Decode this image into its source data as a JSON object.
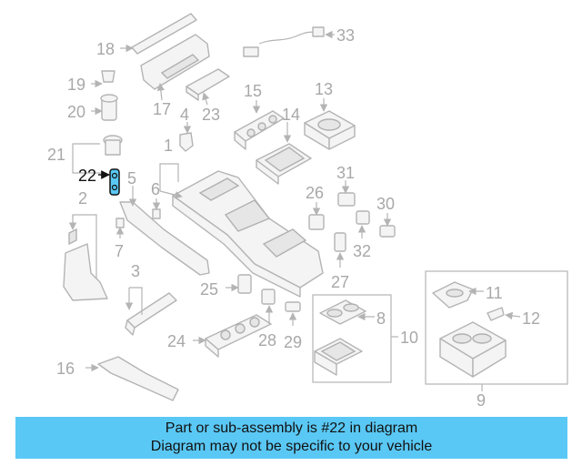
{
  "highlight_color": "#5ac8f5",
  "line_color": "#b4b4b4",
  "callouts": {
    "c1": "1",
    "c2": "2",
    "c3": "3",
    "c4": "4",
    "c5": "5",
    "c6": "6",
    "c7": "7",
    "c8": "8",
    "c9": "9",
    "c10": "10",
    "c11": "11",
    "c12": "12",
    "c13": "13",
    "c14": "14",
    "c15": "15",
    "c16": "16",
    "c17": "17",
    "c18": "18",
    "c19": "19",
    "c20": "20",
    "c21": "21",
    "c22": "22",
    "c23": "23",
    "c24": "24",
    "c25": "25",
    "c26": "26",
    "c27": "27",
    "c28": "28",
    "c29": "29",
    "c30": "30",
    "c31": "31",
    "c32": "32",
    "c33": "33"
  },
  "highlighted_part": "22",
  "banner": {
    "line1": "Part or sub-assembly is #22 in diagram",
    "line2": "Diagram may not be specific to your vehicle"
  }
}
